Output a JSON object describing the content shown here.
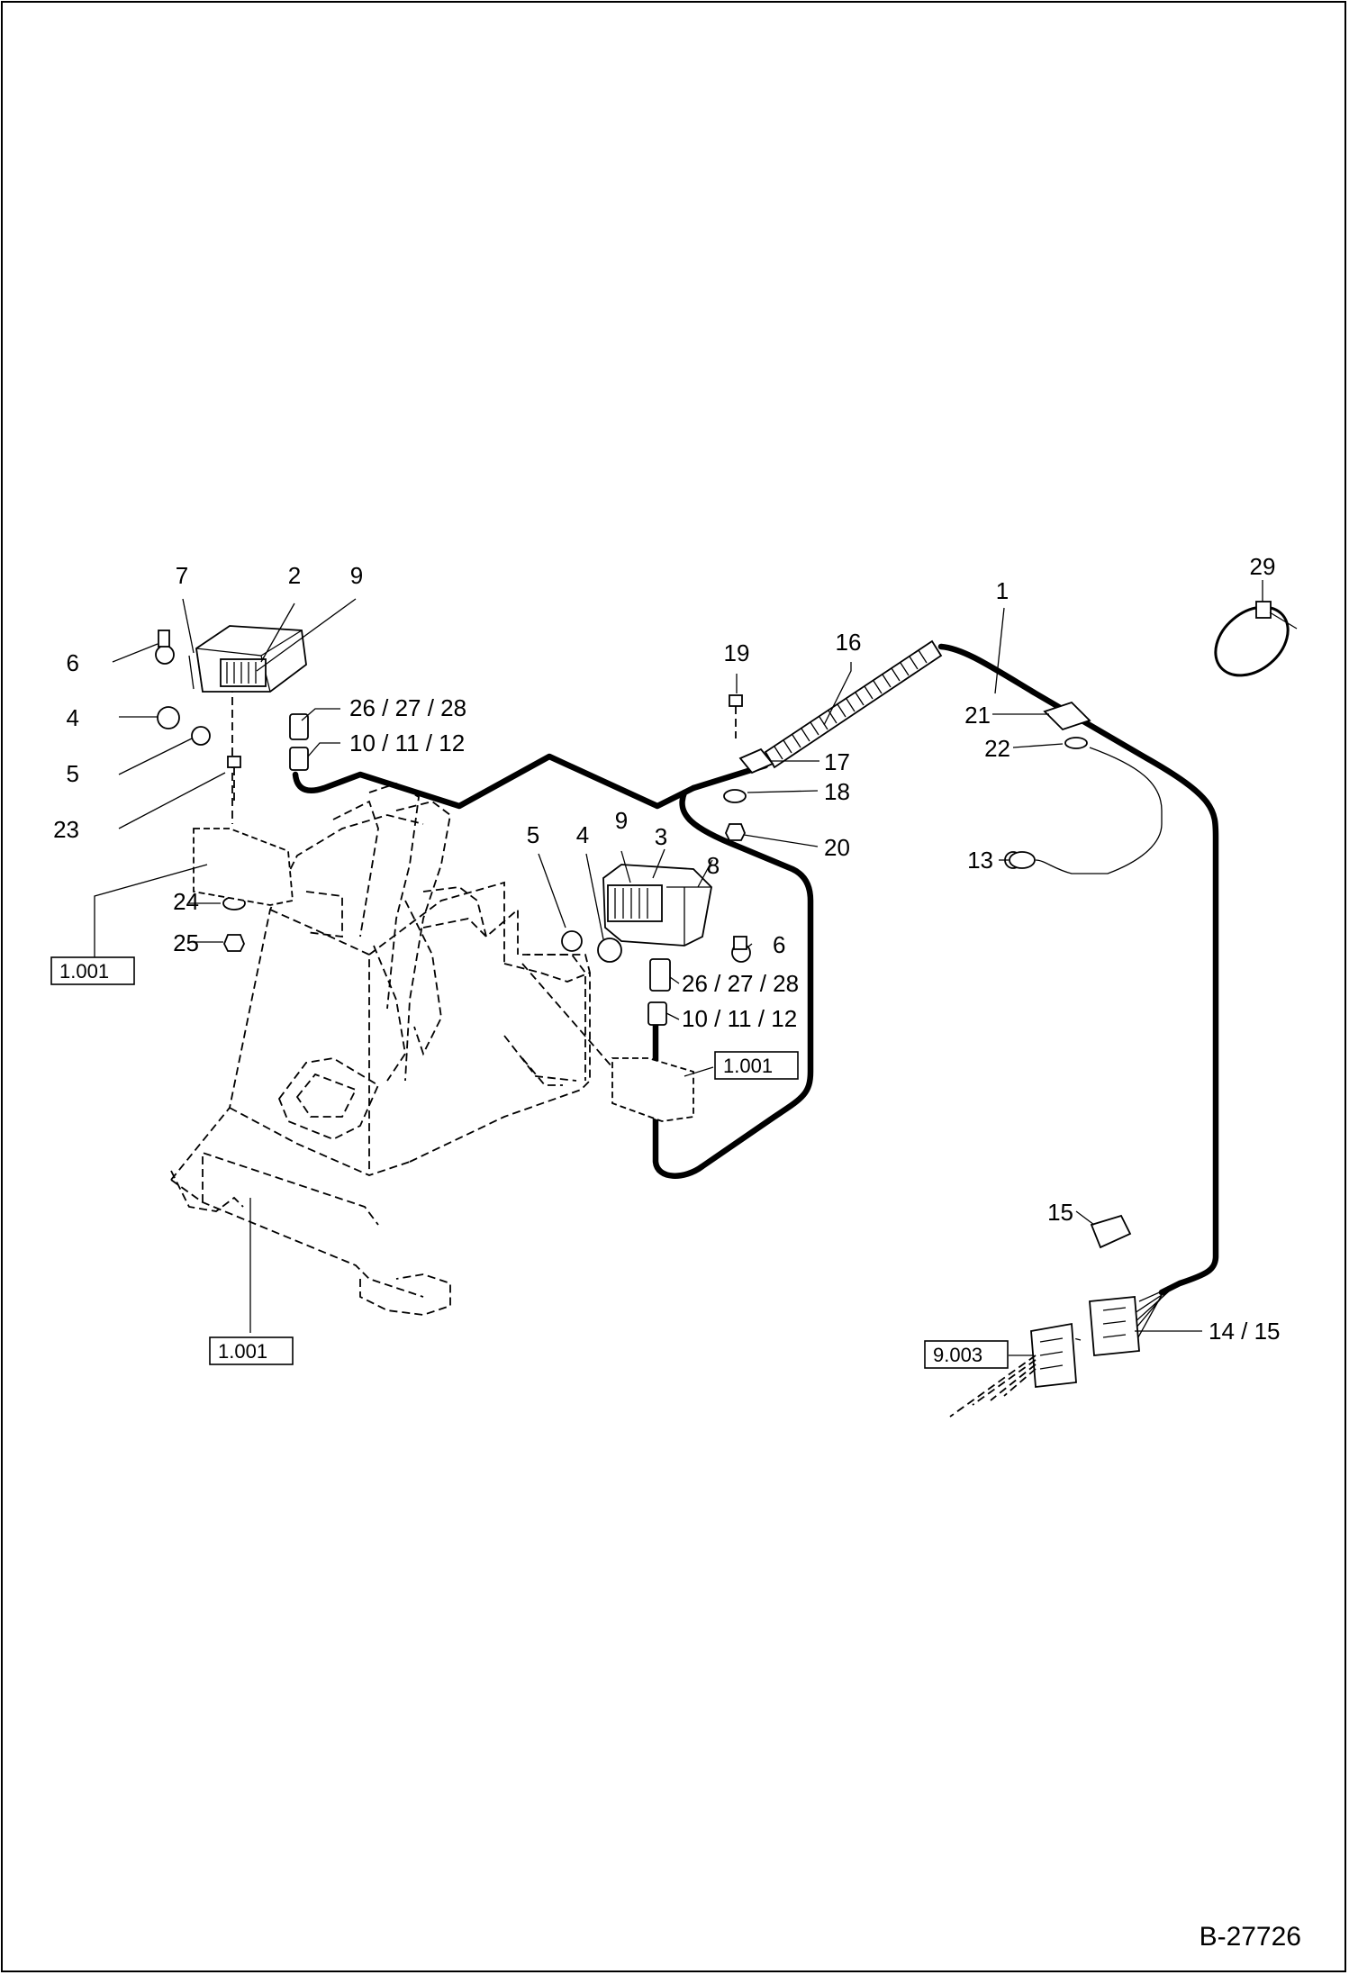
{
  "drawing_number": "B-27726",
  "callouts": {
    "c1": "1",
    "c2": "2",
    "c3": "3",
    "c4a": "4",
    "c4b": "4",
    "c5a": "5",
    "c5b": "5",
    "c6a": "6",
    "c6b": "6",
    "c7": "7",
    "c8": "8",
    "c9a": "9",
    "c9b": "9",
    "c10a": "10 / 11 / 12",
    "c10b": "10 / 11 / 12",
    "c13": "13",
    "c14": "14 / 15",
    "c15": "15",
    "c16": "16",
    "c17": "17",
    "c18": "18",
    "c19": "19",
    "c20": "20",
    "c21": "21",
    "c22": "22",
    "c23": "23",
    "c24": "24",
    "c25": "25",
    "c26a": "26 / 27 / 28",
    "c26b": "26 / 27 / 28",
    "c29": "29"
  },
  "references": {
    "ref_left": "1.001",
    "ref_mid": "1.001",
    "ref_bottom": "1.001",
    "ref_connector": "9.003"
  }
}
